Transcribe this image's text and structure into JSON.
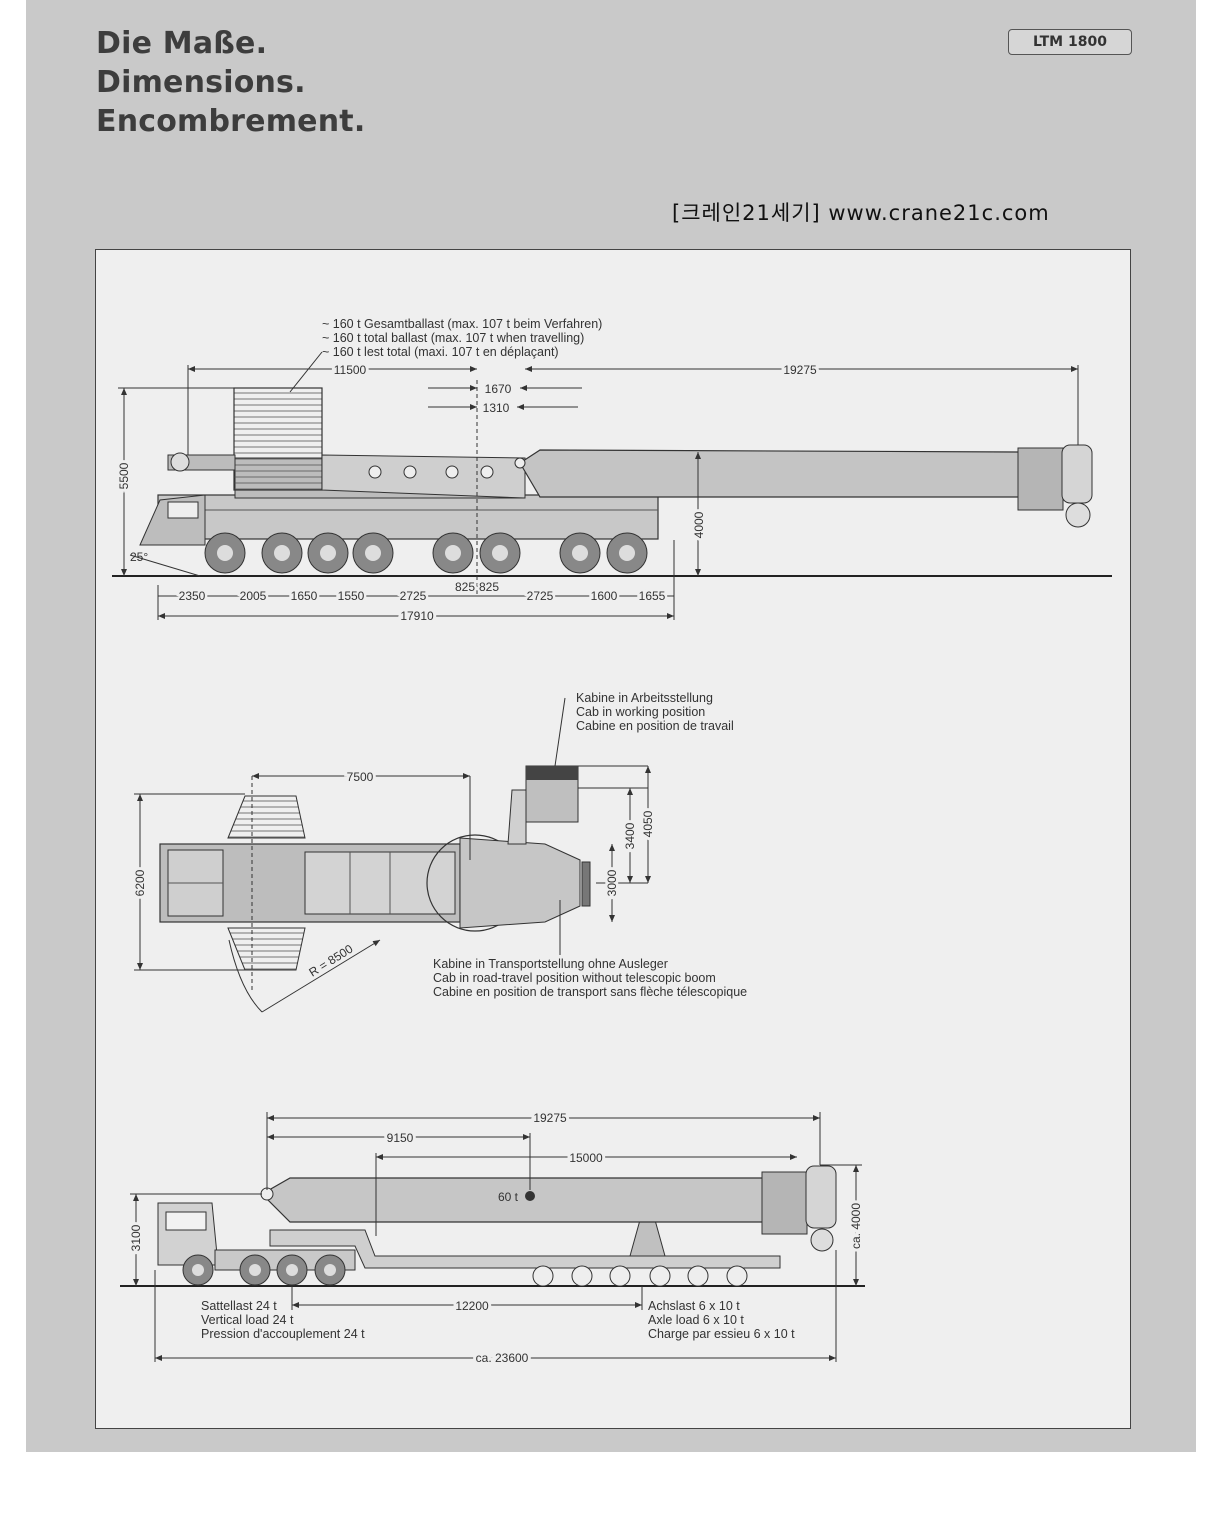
{
  "header": {
    "title_lines": [
      "Die Maße.",
      "Dimensions.",
      "Encombrement."
    ],
    "model": "LTM 1800",
    "watermark": "[크레인21세기] www.crane21c.com"
  },
  "side_view": {
    "ballast_note": [
      "~ 160 t Gesamtballast (max. 107 t beim Verfahren)",
      "~ 160 t total ballast (max. 107 t when travelling)",
      "~ 160 t lest total (maxi. 107 t en déplaçant)"
    ],
    "dims": {
      "rear_to_center": "11500",
      "boom_length": "19275",
      "d1670": "1670",
      "d1310": "1310",
      "height": "5500",
      "boom_height": "4000",
      "angle": "25°",
      "axle_spacing": [
        "2350",
        "2005",
        "1650",
        "1550",
        "2725",
        "825",
        "825",
        "2725",
        "1600",
        "1655"
      ],
      "overall_length": "17910"
    }
  },
  "top_view": {
    "cab_work_note": [
      "Kabine in Arbeitsstellung",
      "Cab in working position",
      "Cabine en position de travail"
    ],
    "cab_travel_note": [
      "Kabine in Transportstellung ohne Ausleger",
      "Cab in road-travel position without telescopic boom",
      "Cabine en position de transport sans flèche télescopique"
    ],
    "dims": {
      "d7500": "7500",
      "width": "6200",
      "radius": "R = 8500",
      "d3400": "3400",
      "d4050": "4050",
      "d3000": "3000"
    }
  },
  "transport_view": {
    "dims": {
      "boom_length": "19275",
      "d9150": "9150",
      "d15000": "15000",
      "weight": "60 t",
      "height_cab": "3100",
      "height_total": "ca. 4000",
      "d12200": "12200",
      "overall": "ca. 23600"
    },
    "kingpin_note": [
      "Sattellast 24 t",
      "Vertical load 24 t",
      "Pression d'accouplement 24 t"
    ],
    "axle_note": [
      "Achslast 6 x 10 t",
      "Axle load 6 x 10 t",
      "Charge par essieu 6 x 10 t"
    ]
  }
}
